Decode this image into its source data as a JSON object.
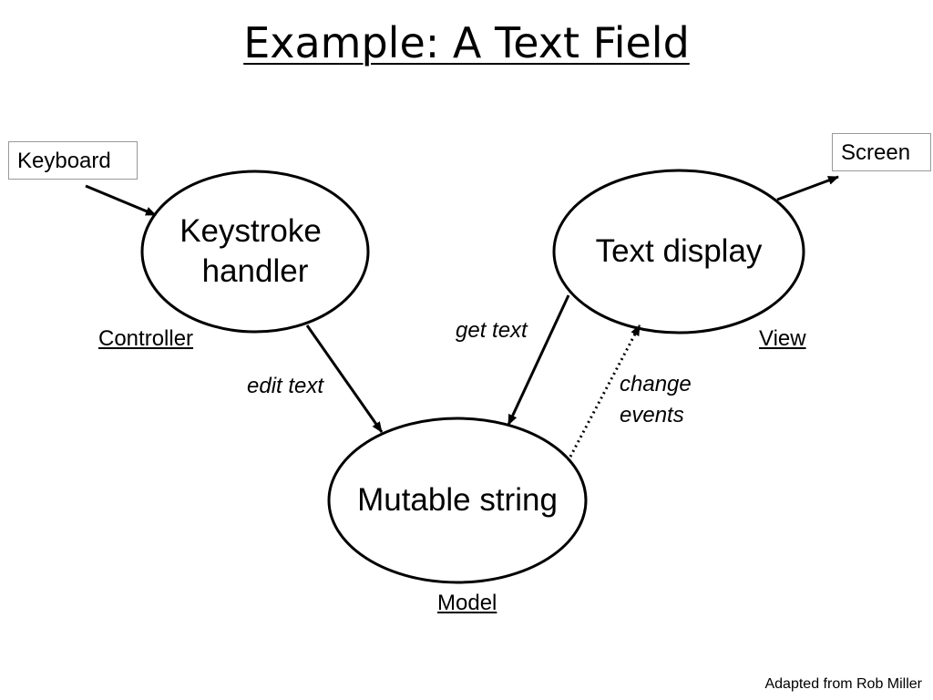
{
  "title": "Example: A Text Field",
  "diagram": {
    "boxes": {
      "keyboard": "Keyboard",
      "screen": "Screen"
    },
    "nodes": {
      "keystroke_handler": [
        "Keystroke",
        "handler"
      ],
      "text_display": "Text display",
      "mutable_string": "Mutable string"
    },
    "roles": {
      "controller": "Controller",
      "view": "View",
      "model": "Model"
    },
    "edges": {
      "edit_text": "edit text",
      "get_text": "get text",
      "change_events": [
        "change",
        "events"
      ]
    }
  },
  "credit": "Adapted from Rob Miller"
}
